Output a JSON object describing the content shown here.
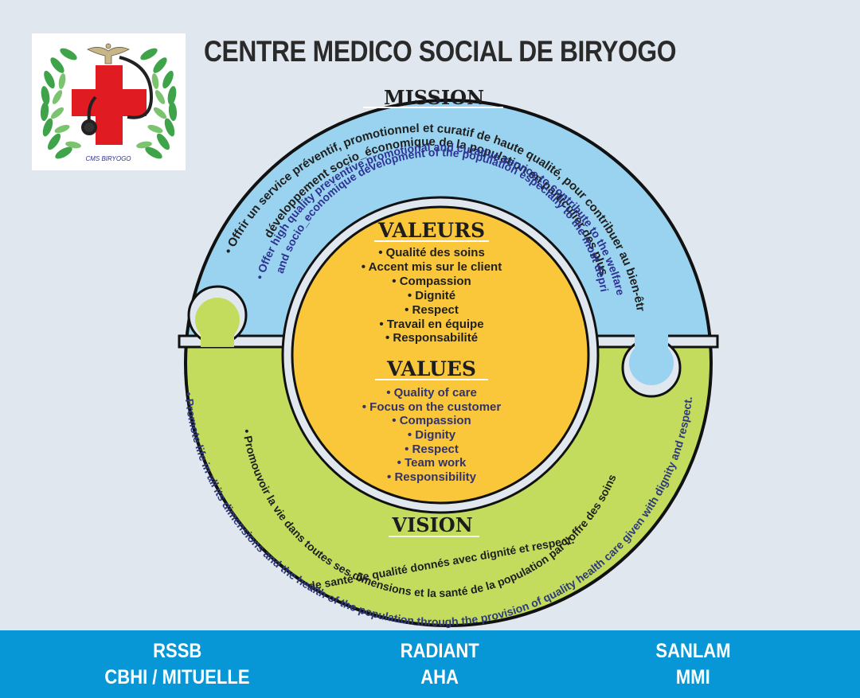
{
  "header": {
    "title": "CENTRE MEDICO SOCIAL DE BIRYOGO",
    "logo_caption": "CMS BIRYOGO"
  },
  "colors": {
    "background": "#e1e7ef",
    "mission_ring": "#9ad3ef",
    "vision_ring": "#c3dc5e",
    "values_core": "#fbc73a",
    "footer": "#0897d6",
    "english_text": "#2e3393",
    "vision_english_text": "#2f3a7a",
    "cross_red": "#e11b22",
    "laurel_green": "#3fa34a"
  },
  "mission": {
    "heading": "MISSION",
    "fr_line1": "• Offrir un service préventif, promotionnel et curatif de haute qualité, pour contribuer au bien-être  et au",
    "fr_line2": "développement socio_économique de la population en particulier des plus démunis",
    "en_line1": "• Offer high quality preventive,promotional and curative service,to contribute to the welfare",
    "en_line2": "and socio_economique development  of the population especially to  the most deprived"
  },
  "valeurs": {
    "heading": "VALEURS",
    "items": [
      "• Qualité des soins",
      "• Accent mis sur le client",
      "• Compassion",
      "• Dignité",
      "• Respect",
      "• Travail en équipe",
      "• Responsabilité"
    ]
  },
  "values": {
    "heading": "VALUES",
    "items": [
      "• Quality of care",
      "• Focus on the customer",
      "• Compassion",
      "• Dignity",
      "• Respect",
      "• Team work",
      "• Responsibility"
    ]
  },
  "vision": {
    "heading": "VISION",
    "fr_line1": "• Promouvoir la vie dans toutes ses dimensions et la santé de la population par l'offre des soins",
    "fr_line2": "de santé de qualité donnés avec dignité et respect.",
    "en_line1": "• Promote life in all its dimensions and the health of the population through the provision of quality health care given with dignity and respect."
  },
  "footer": {
    "columns": [
      {
        "line1": "RSSB",
        "line2": "CBHI / MITUELLE"
      },
      {
        "line1": "RADIANT",
        "line2": "AHA"
      },
      {
        "line1": "SANLAM",
        "line2": "MMI"
      }
    ]
  }
}
